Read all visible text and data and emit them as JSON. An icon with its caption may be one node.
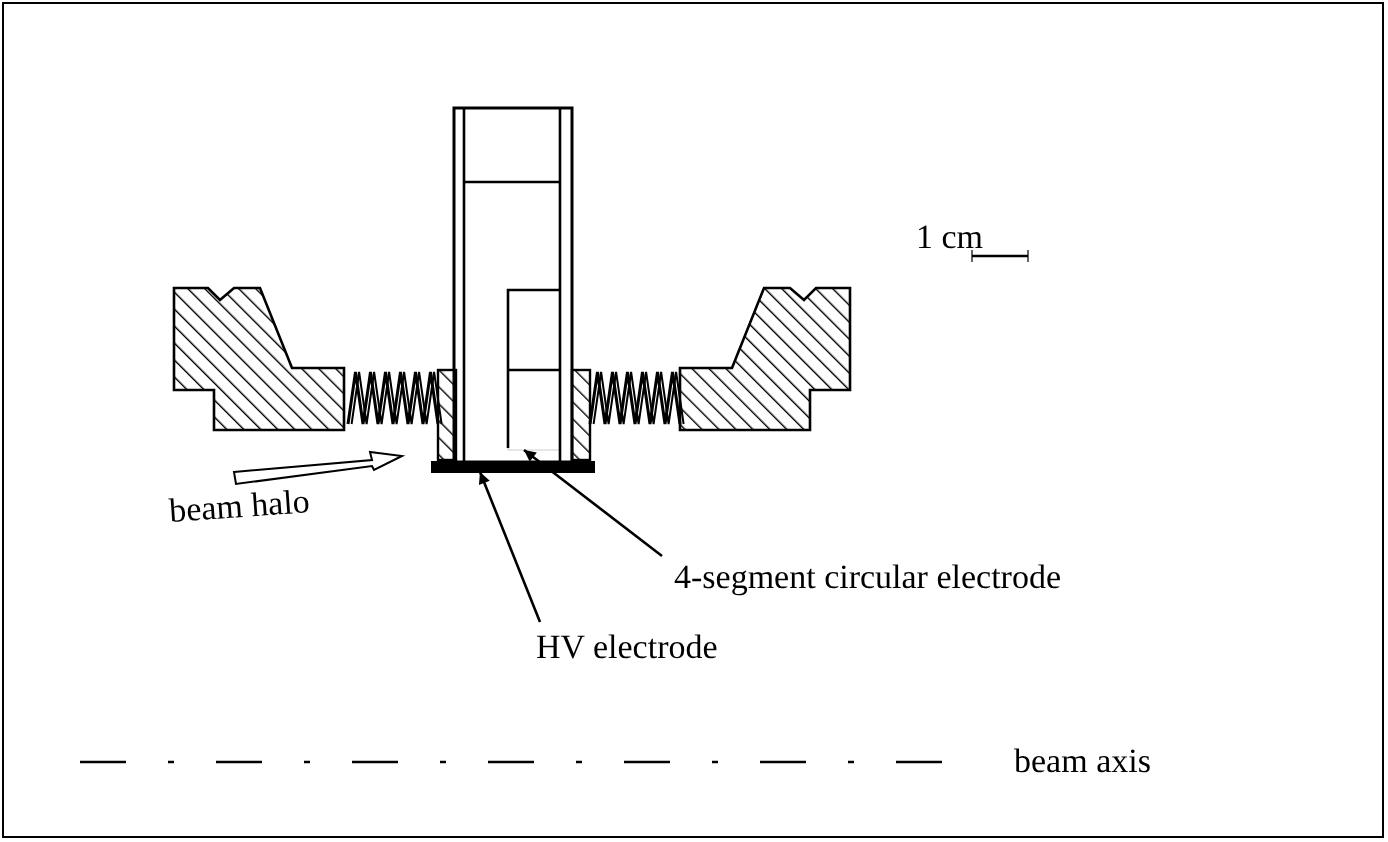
{
  "diagram": {
    "nodes": [
      {
        "text": [
          "4-segment circular electrode"
        ]
      },
      {
        "text": [
          "HV electrode"
        ]
      },
      {
        "text": [],
        "shape": "bar"
      },
      {
        "text": [],
        "shape": "box"
      }
    ],
    "edges": [
      {
        "from": 0,
        "to": 3,
        "arrow": "to"
      },
      {
        "from": 1,
        "to": 2,
        "arrow": "to"
      }
    ],
    "labels": [
      "1 cm",
      "beam halo",
      "beam axis"
    ]
  }
}
